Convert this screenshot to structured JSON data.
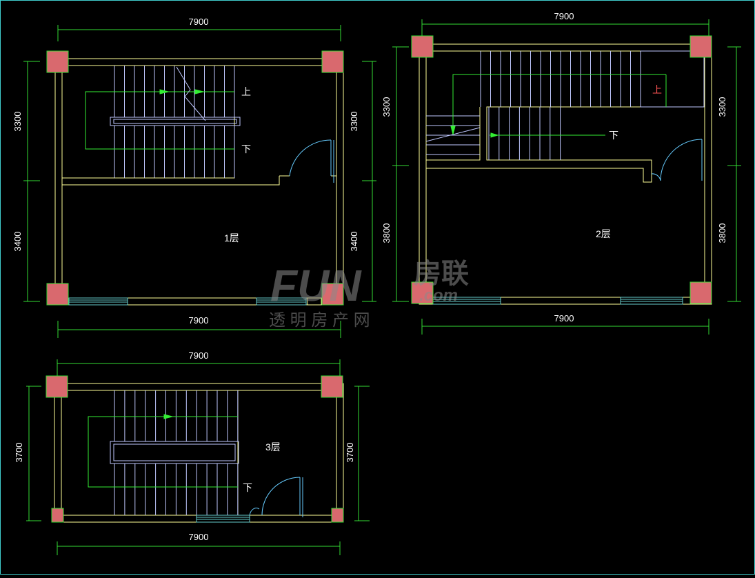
{
  "colors": {
    "background": "#000000",
    "frame": "#40d0d0",
    "wall": "#ffff99",
    "dim_line": "#33dd33",
    "stair_line": "#c0c8ff",
    "column": "#d9696e",
    "window": "#66cccc",
    "door": "#66ccff",
    "arrow": "#33ee33",
    "text": "#ffffff",
    "watermark": "#8a8a8a"
  },
  "plans": {
    "floor1": {
      "label": "1层",
      "dim_top": "7900",
      "dim_bottom": "7900",
      "dim_left_upper": "3300",
      "dim_left_lower": "3400",
      "dim_right_upper": "3300",
      "dim_right_lower": "3400",
      "up_label": "上",
      "down_label": "下"
    },
    "floor2": {
      "label": "2层",
      "dim_top": "7900",
      "dim_bottom": "7900",
      "dim_left_upper": "3300",
      "dim_left_lower": "3800",
      "dim_right_upper": "3300",
      "dim_right_lower": "3800",
      "up_label": "上",
      "down_label": "下"
    },
    "floor3": {
      "label": "3层",
      "dim_top": "7900",
      "dim_bottom": "7900",
      "dim_left": "3700",
      "dim_right": "3700",
      "down_label": "下"
    }
  },
  "watermark": {
    "logo": "FUN",
    "brand": "房联",
    "domain": ".com",
    "tagline": "透 明 房 产 网"
  }
}
